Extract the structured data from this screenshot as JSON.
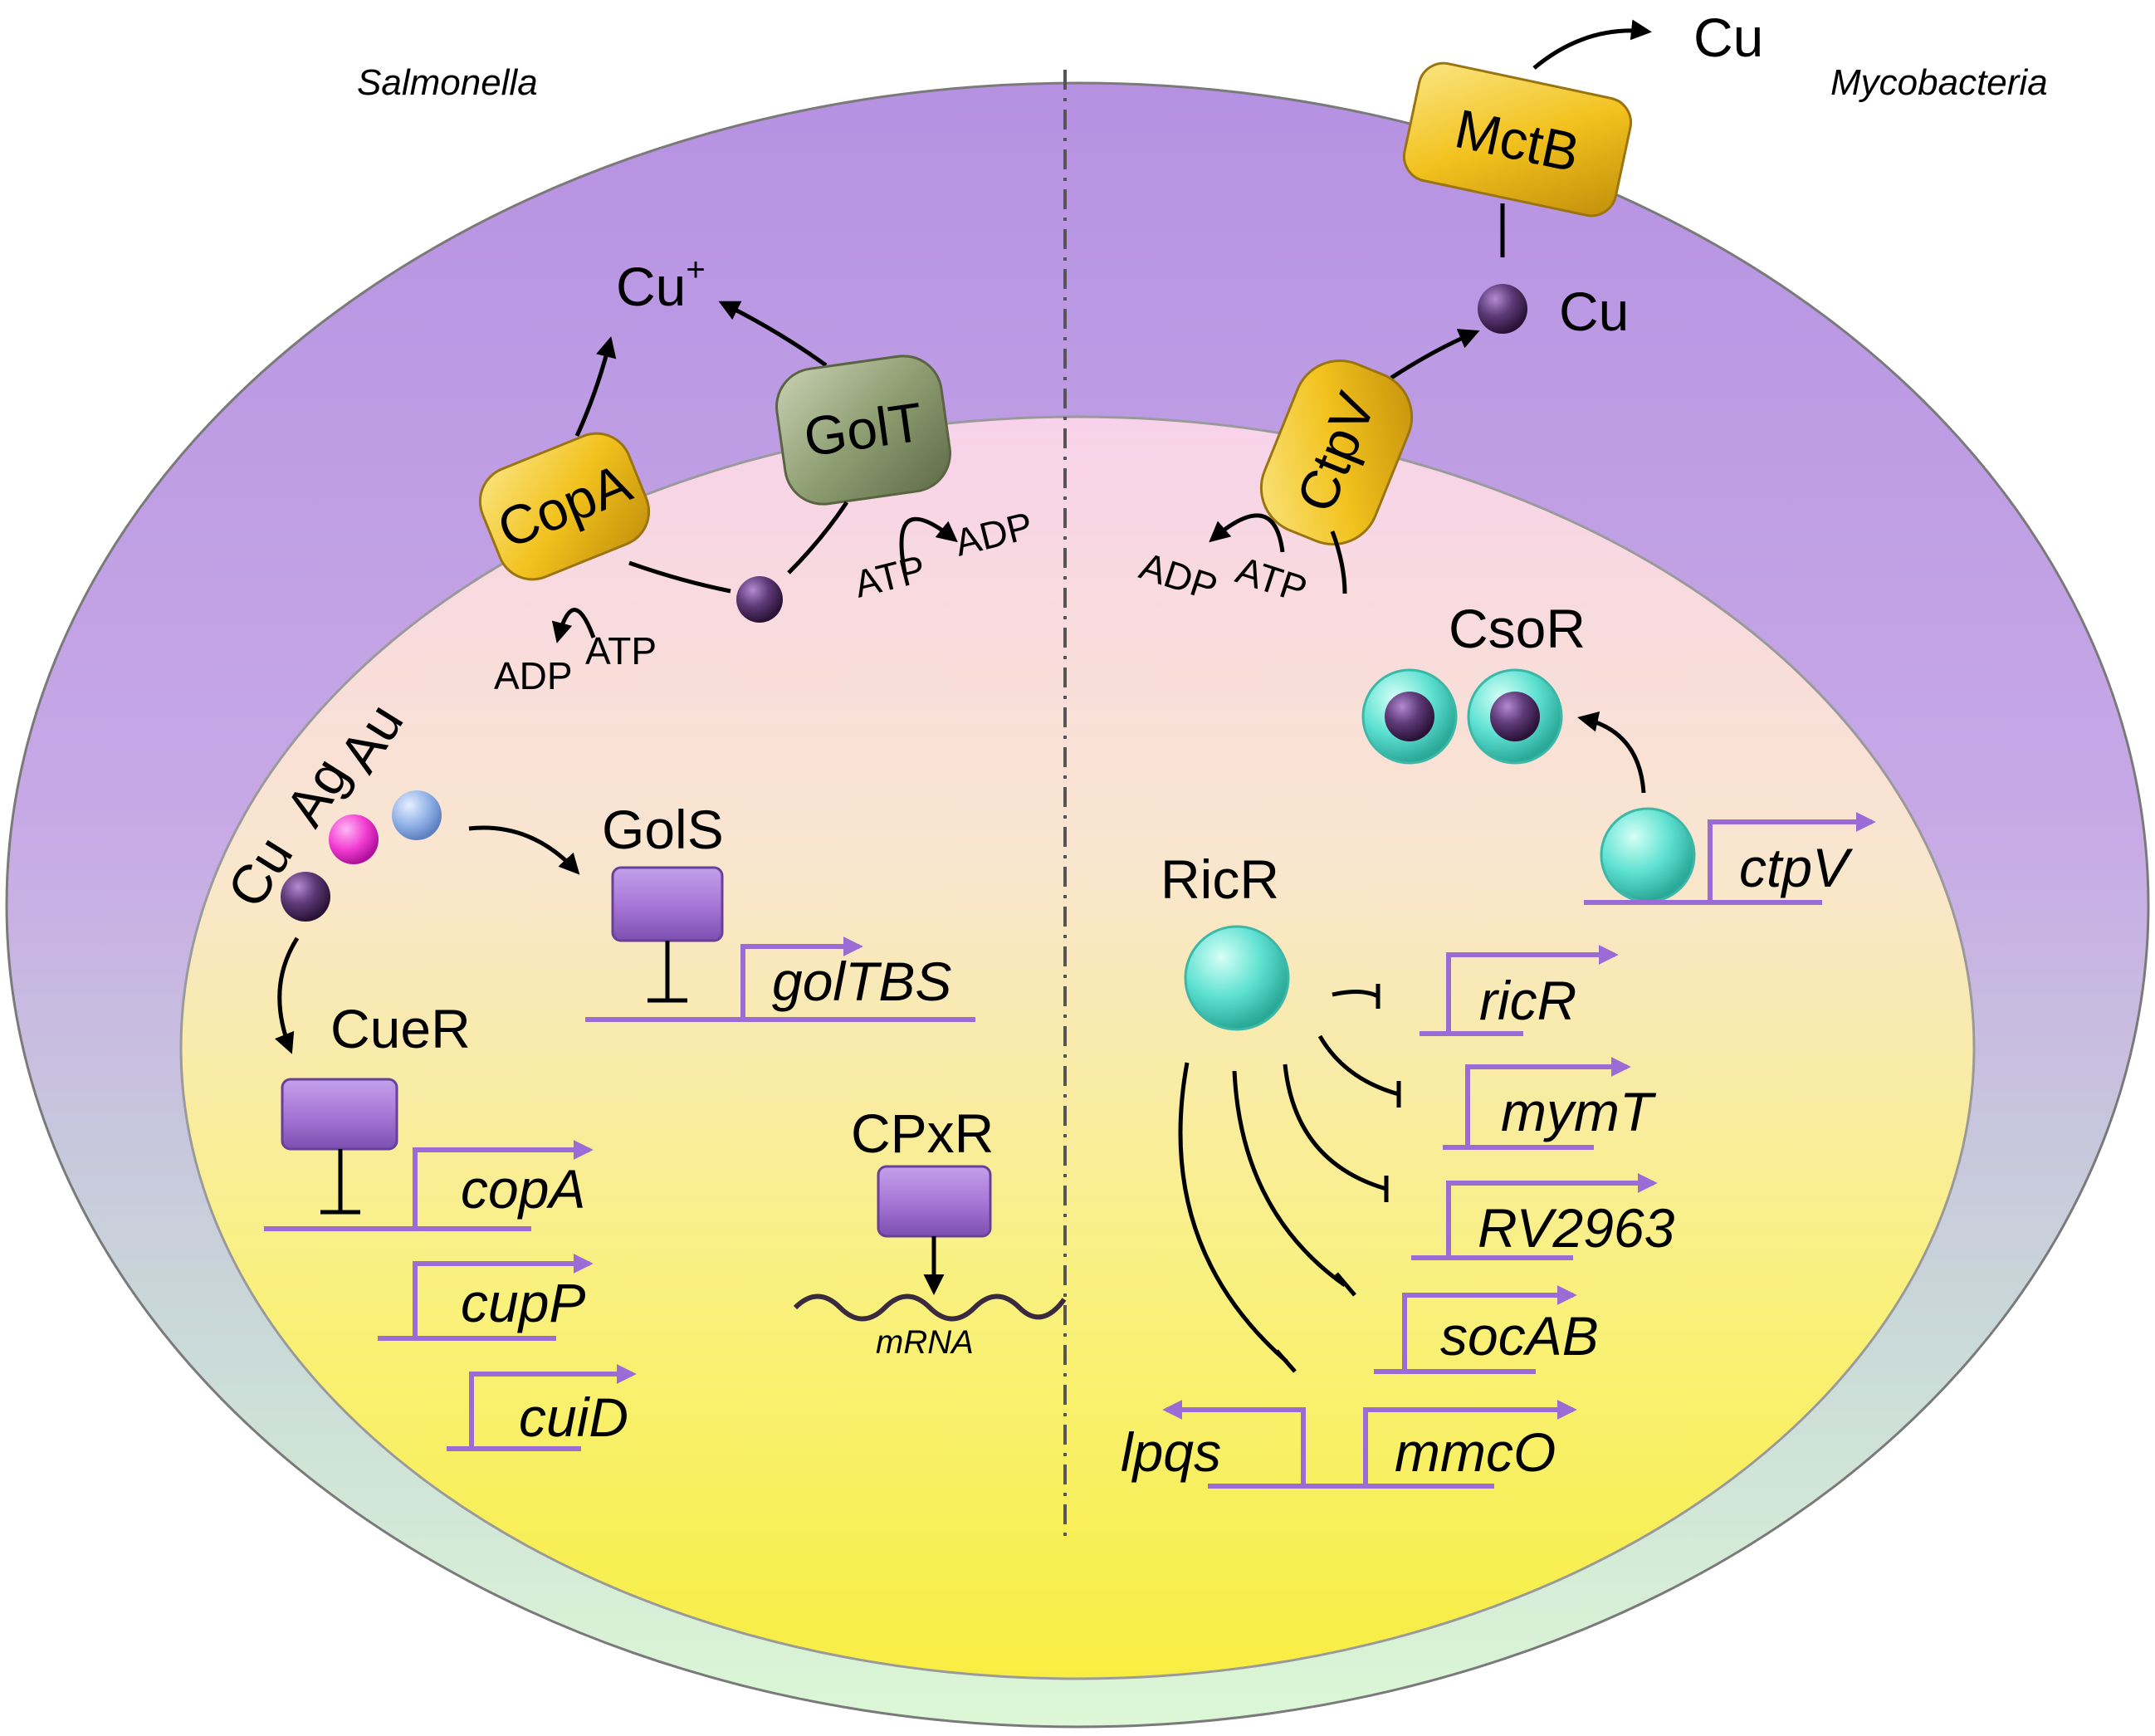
{
  "organisms": {
    "left": "Salmonella",
    "right": "Mycobacteria"
  },
  "salmonella": {
    "cu_plus": "Cu",
    "cu_plus_sup": "+",
    "copa_protein": "CopA",
    "golt_protein": "GolT",
    "atp_left": "ATP",
    "adp_left": "ADP",
    "atp_golt": "ATP",
    "adp_golt": "ADP",
    "metal_cu": "Cu",
    "metal_ag": "Ag",
    "metal_au": "Au",
    "gols": "GolS",
    "gene_goltbs": "golTBS",
    "cuer": "CueR",
    "gene_copa": "copA",
    "gene_cupp": "cupP",
    "gene_cuid": "cuiD",
    "cpxr": "CPxR",
    "mrna": "mRNA"
  },
  "mycobacteria": {
    "cu_out": "Cu",
    "mctb_protein": "MctB",
    "cu_peri": "Cu",
    "ctpv_protein": "CtpV",
    "adp": "ADP",
    "atp": "ATP",
    "csor": "CsoR",
    "gene_ctpv": "ctpV",
    "ricr": "RicR",
    "gene_ricr": "ricR",
    "gene_mymt": "mymT",
    "gene_rv2963": "RV2963",
    "gene_socab": "socAB",
    "gene_lpqs": "lpqs",
    "gene_mmco": "mmcO"
  },
  "colors": {
    "outer_top": "#b48fe0",
    "outer_bottom": "#ddf8d8",
    "inner_top": "#f9d8e6",
    "inner_bottom": "#f9ef45",
    "protein_gold": "#f2c21e",
    "protein_grey": "#8f9e72",
    "regulator_box": "#a878d8",
    "csor_teal": "#5fe2d2",
    "metal_cu": "#4a2a5a",
    "metal_ag": "#f03ad0",
    "metal_au": "#8fb0e6",
    "gene_line": "#9b6bd6"
  }
}
